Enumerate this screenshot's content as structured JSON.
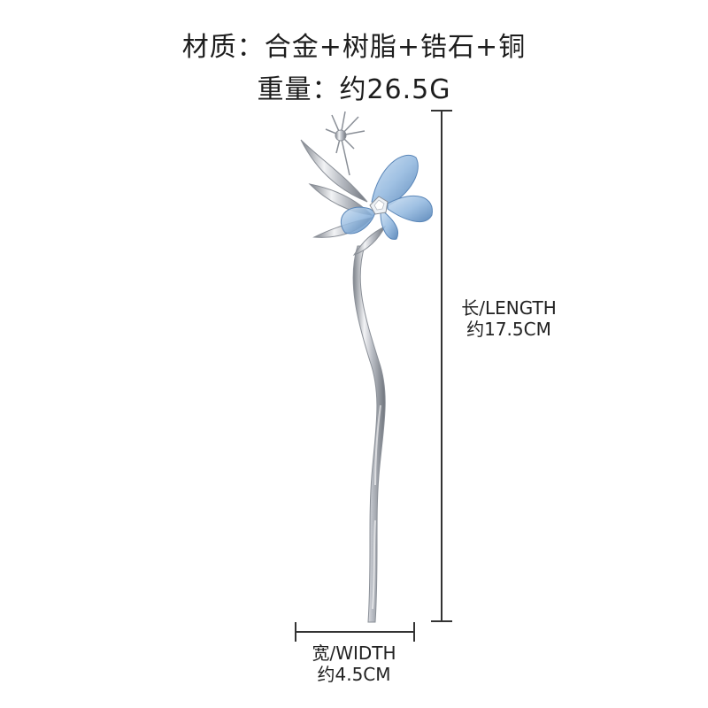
{
  "specs": {
    "material": "材质：合金+树脂+锆石+铜",
    "weight": "重量：约26.5G"
  },
  "length": {
    "label": "长/LENGTH",
    "value": "约17.5CM"
  },
  "width": {
    "label": "宽/WIDTH",
    "value": "约4.5CM"
  },
  "colors": {
    "background": "#ffffff",
    "silver": "#c9ccd2",
    "silver_dark": "#8c9199",
    "resin_blue": "#7fa9d6",
    "line": "#333333"
  }
}
